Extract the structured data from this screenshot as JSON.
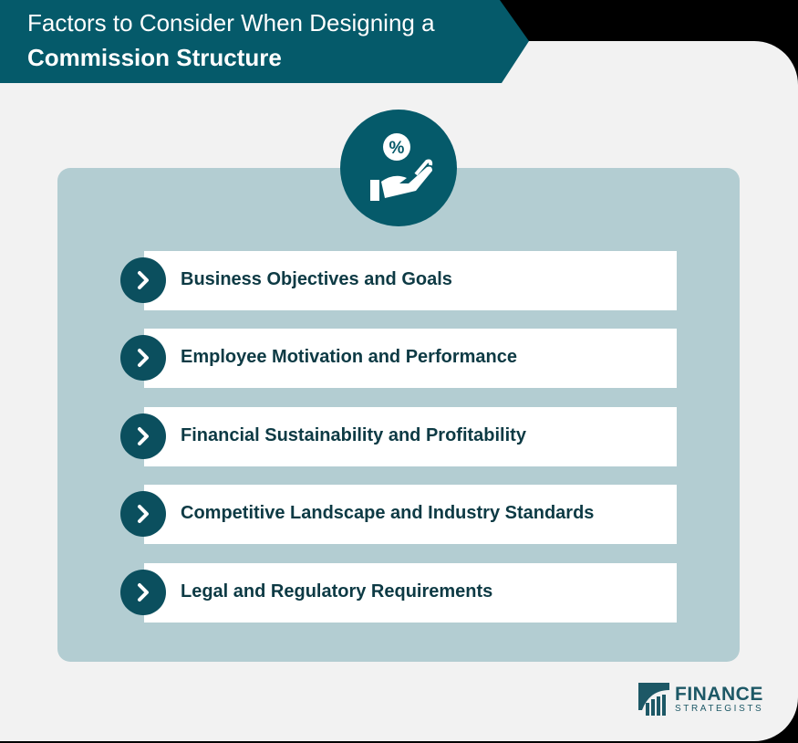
{
  "header": {
    "title_line1": "Factors to Consider When Designing a",
    "title_line2": "Commission Structure"
  },
  "hero_icon": "hand-percent-icon",
  "factors": [
    {
      "label": "Business Objectives and Goals"
    },
    {
      "label": "Employee Motivation and Performance"
    },
    {
      "label": "Financial Sustainability and Profitability"
    },
    {
      "label": "Competitive Landscape and Industry Standards"
    },
    {
      "label": "Legal and Regulatory Requirements"
    }
  ],
  "logo": {
    "line1": "FINANCE",
    "line2": "STRATEGISTS"
  },
  "colors": {
    "primary": "#055a6a",
    "panel": "#b3cdd2",
    "background": "#f2f2f2"
  }
}
